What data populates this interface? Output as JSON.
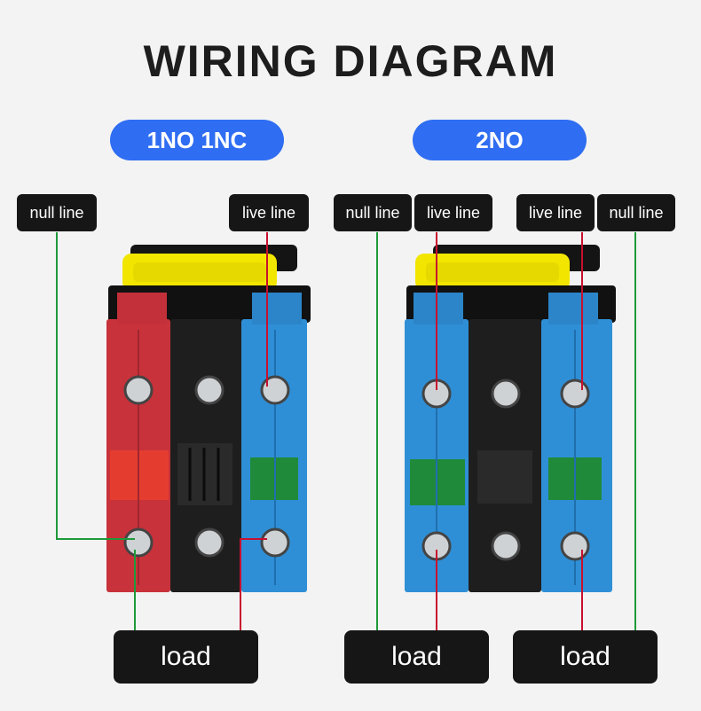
{
  "title": "WIRING DIAGRAM",
  "sections": [
    {
      "heading": "1NO 1NC",
      "modules": [
        "red",
        "black",
        "blue"
      ],
      "top_labels": [
        "null line",
        "live line"
      ],
      "load_label": "load"
    },
    {
      "heading": "2NO",
      "modules": [
        "blue",
        "black",
        "blue"
      ],
      "top_labels": [
        "null line",
        "live line",
        "live line",
        "null line"
      ],
      "load_labels": [
        "load",
        "load"
      ]
    }
  ],
  "colors": {
    "accent_pill": "#2f6df2",
    "label_bg": "#161616",
    "null_wire": "#1e9a3a",
    "live_wire": "#c8102e",
    "nc_module": "#c8323a",
    "no_module": "#2f8fd6",
    "black_module": "#1e1e1e",
    "actuator": "#f2e600"
  }
}
